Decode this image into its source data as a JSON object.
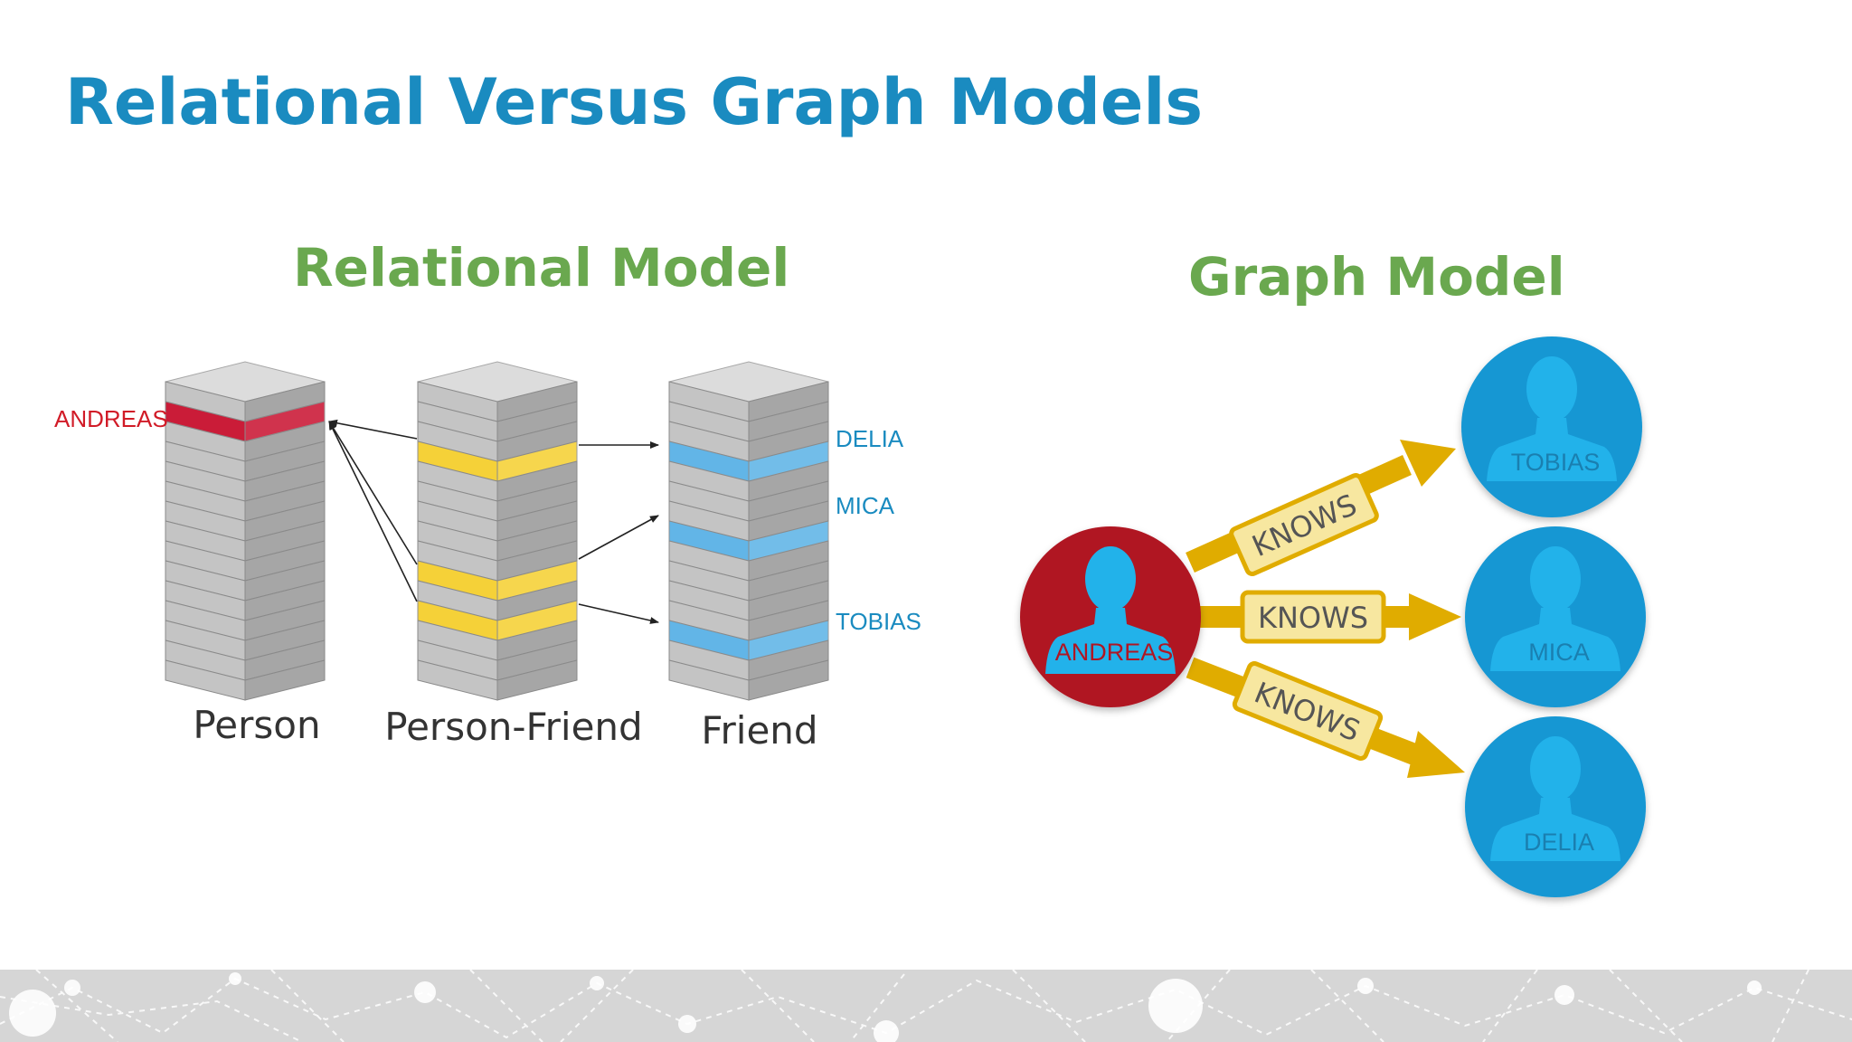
{
  "title": "Relational Versus Graph Models",
  "relational": {
    "heading": "Relational Model",
    "tables": [
      {
        "label": "Person"
      },
      {
        "label": "Person-Friend"
      },
      {
        "label": "Friend"
      }
    ],
    "row_labels": {
      "andreas": "ANDREAS",
      "delia": "DELIA",
      "mica": "MICA",
      "tobias": "TOBIAS"
    }
  },
  "graph": {
    "heading": "Graph Model",
    "center_node": "ANDREAS",
    "nodes": [
      "TOBIAS",
      "MICA",
      "DELIA"
    ],
    "edge_label": "KNOWS"
  },
  "colors": {
    "title": "#1a8bc0",
    "heading": "#6aa84f",
    "andreas": "#c8102e",
    "person_node": "#1597d3",
    "edge": "#e0ac00",
    "edge_label_bg": "#f7e7a0",
    "highlight_yellow": "#f5cf2e",
    "highlight_blue": "#5ab2e6"
  }
}
